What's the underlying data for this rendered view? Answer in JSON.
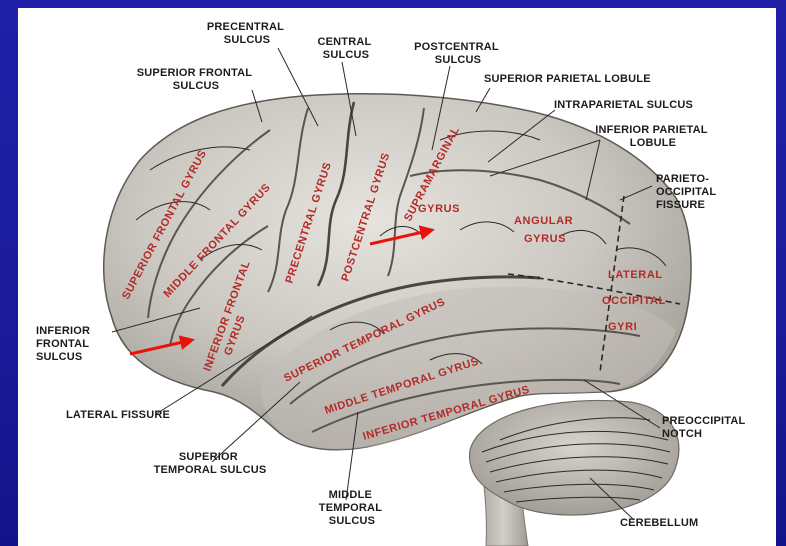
{
  "colors": {
    "slide_background": "#1e1ea6",
    "panel": "#ffffff",
    "label_text": "#1c1c1c",
    "gyrus_label": "#b42a26",
    "arrow": "#e8140c",
    "brain_base": "#c9c5bf"
  },
  "labels": {
    "precentral_sulcus": [
      "PRECENTRAL",
      "SULCUS"
    ],
    "central_sulcus": [
      "CENTRAL",
      "SULCUS"
    ],
    "postcentral_sulcus": [
      "POSTCENTRAL",
      "SULCUS"
    ],
    "superior_frontal_sulcus": [
      "SUPERIOR FRONTAL",
      "SULCUS"
    ],
    "superior_parietal_lobule": "SUPERIOR PARIETAL LOBULE",
    "intraparietal_sulcus": "INTRAPARIETAL SULCUS",
    "inferior_parietal_lobule": [
      "INFERIOR PARIETAL",
      "LOBULE"
    ],
    "parieto_occipital_fissure": [
      "PARIETO-",
      "OCCIPITAL",
      "FISSURE"
    ],
    "inferior_frontal_sulcus": [
      "INFERIOR",
      "FRONTAL",
      "SULCUS"
    ],
    "lateral_fissure": "LATERAL FISSURE",
    "superior_temporal_sulcus": [
      "SUPERIOR",
      "TEMPORAL SULCUS"
    ],
    "middle_temporal_sulcus": [
      "MIDDLE",
      "TEMPORAL",
      "SULCUS"
    ],
    "preoccipital_notch": [
      "PREOCCIPITAL",
      "NOTCH"
    ],
    "cerebellum": "CEREBELLUM"
  },
  "gyri": {
    "superior_frontal_gyrus": "SUPERIOR FRONTAL GYRUS",
    "middle_frontal_gyrus": "MIDDLE FRONTAL GYRUS",
    "inferior_frontal_gyrus": [
      "INFERIOR FRONTAL",
      "GYRUS"
    ],
    "precentral_gyrus": "PRECENTRAL GYRUS",
    "postcentral_gyrus": "POSTCENTRAL GYRUS",
    "supramarginal_gyrus": [
      "SUPRAMARGINAL",
      "GYRUS"
    ],
    "angular_gyrus": [
      "ANGULAR",
      "GYRUS"
    ],
    "lateral_occipital_gyri": [
      "LATERAL",
      "OCCIPITAL",
      "GYRI"
    ],
    "superior_temporal_gyrus": "SUPERIOR TEMPORAL GYRUS",
    "middle_temporal_gyrus": "MIDDLE TEMPORAL GYRUS",
    "inferior_temporal_gyrus": "INFERIOR TEMPORAL GYRUS"
  }
}
